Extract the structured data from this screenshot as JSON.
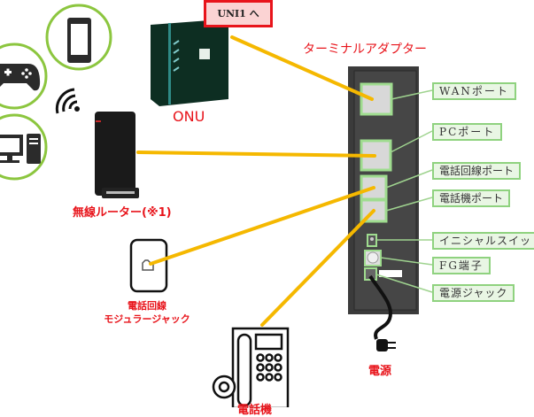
{
  "onu": {
    "label": "ONU",
    "uni_tag": "UNI1 へ"
  },
  "terminal_adapter": {
    "title": "ターミナルアダプター",
    "ports": [
      {
        "label": "WANポート"
      },
      {
        "label": "PCポート"
      },
      {
        "label": "電話回線ポート"
      },
      {
        "label": "電話機ポート"
      },
      {
        "label": "イニシャルスイッ"
      },
      {
        "label": "FG端子"
      },
      {
        "label": "電源ジャック"
      }
    ]
  },
  "router": {
    "label": "無線ルーター(※1)"
  },
  "modular_jack": {
    "label_line1": "電話回線",
    "label_line2": "モジュラージャック"
  },
  "telephone": {
    "label": "電話機"
  },
  "power": {
    "label": "電源"
  },
  "colors": {
    "cable": "#f5b800",
    "label_red": "#e8141b",
    "port_border": "#8fd27f",
    "device_circle": "#8cc63f"
  },
  "icons": [
    "smartphone-icon",
    "gamepad-icon",
    "desktop-pc-icon",
    "wifi-icon"
  ]
}
